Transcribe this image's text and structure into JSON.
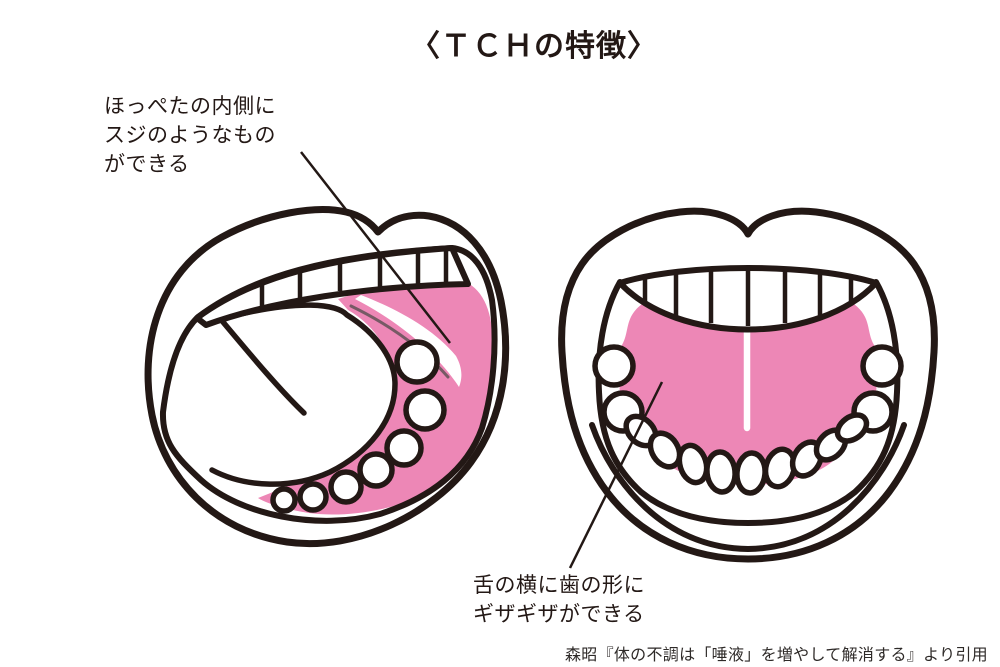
{
  "title": "〈ＴＣＨの特徴〉",
  "annotations": {
    "cheek": {
      "lines": [
        "ほっぺたの内側に",
        "スジのようなもの",
        "ができる"
      ]
    },
    "tongue": {
      "lines": [
        "舌の横に歯の形に",
        "ギザギザができる"
      ]
    }
  },
  "citation": "森昭『体の不調は「唾液」を増やして解消する』より引用",
  "colors": {
    "background": "#FFFFFF",
    "outline": "#231815",
    "pink": "#ED87B6",
    "streak_shadow": "#775A65"
  }
}
